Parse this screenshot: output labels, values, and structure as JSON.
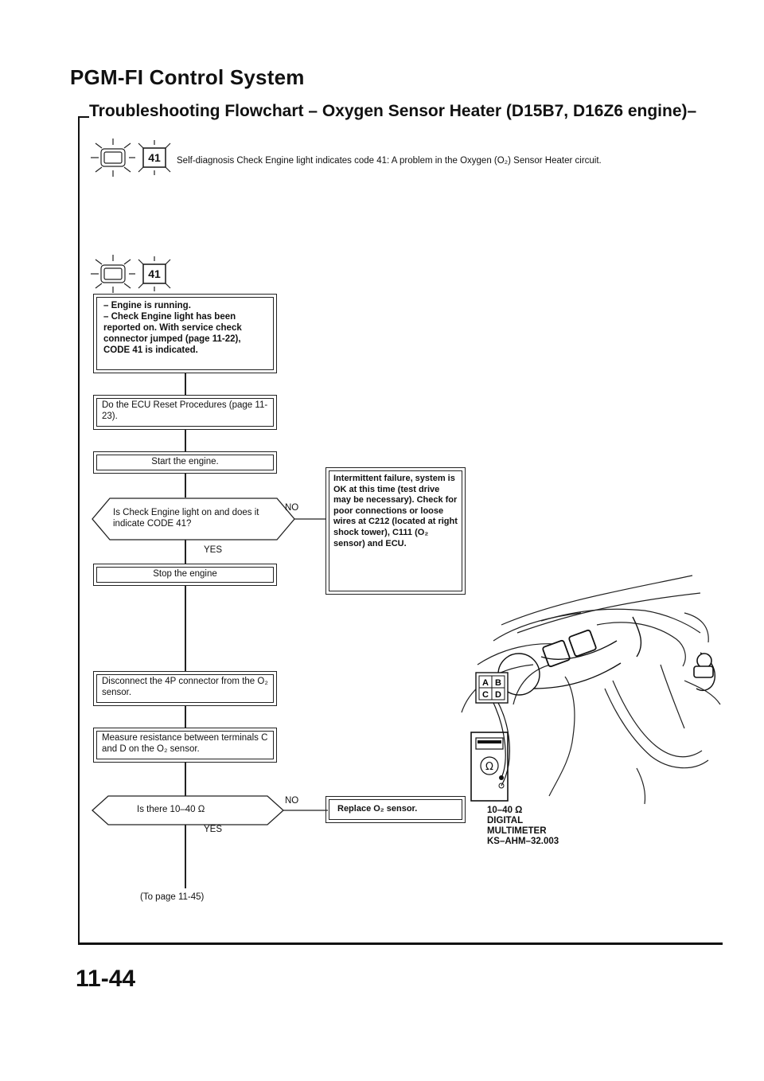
{
  "header": {
    "title": "PGM-FI Control System",
    "subtitle": "Troubleshooting Flowchart – Oxygen Sensor Heater (D15B7, D16Z6 engine)–"
  },
  "diagnosis": {
    "code": "41",
    "description": "Self-diagnosis Check Engine light indicates code 41: A problem in the Oxygen (O₂) Sensor Heater circuit."
  },
  "flow": {
    "condition_lines": [
      "– Engine is running.",
      "– Check Engine light has been reported on. With service check connector jumped (page 11-22), CODE 41 is indicated."
    ],
    "step_reset": "Do the ECU Reset Procedures (page 11-23).",
    "step_start": "Start the engine.",
    "decision_1": "Is Check Engine light on and does it indicate CODE 41?",
    "no_label_1": "NO",
    "yes_label_1": "YES",
    "intermittent": "Intermittent failure, system is OK at this time (test drive may be necessary). Check for poor connections or loose wires at C212 (located at right shock tower), C111 (O₂ sensor) and ECU.",
    "step_stop": "Stop the engine",
    "step_disconnect": "Disconnect the 4P connector from the O₂ sensor.",
    "step_measure": "Measure resistance between terminals C and D on the O₂ sensor.",
    "decision_2": "Is there 10–40 Ω",
    "no_label_2": "NO",
    "yes_label_2": "YES",
    "replace": "Replace O₂ sensor.",
    "to_page": "(To page 11-45)"
  },
  "illustration": {
    "terminal_a": "A",
    "terminal_b": "B",
    "terminal_c": "C",
    "terminal_d": "D",
    "meter_lines": [
      "10–40 Ω",
      "DIGITAL",
      "MULTIMETER",
      "KS–AHM–32.003"
    ]
  },
  "footer": {
    "page_number": "11-44"
  }
}
